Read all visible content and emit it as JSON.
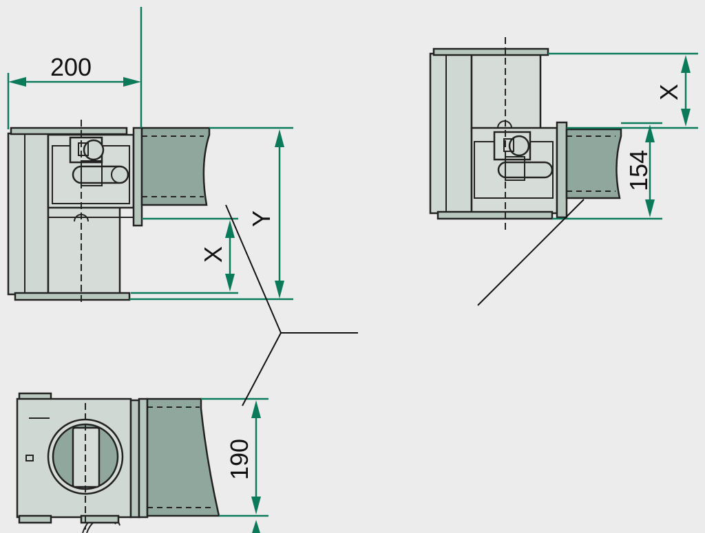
{
  "drawing": {
    "dimensions": {
      "width_top_left": "200",
      "offset_left": "X",
      "height_left": "Y",
      "offset_right": "X",
      "duct_height_right": "154",
      "duct_height_bottom": "190"
    },
    "colors": {
      "background": "#ececec",
      "dimension": "#0a7a5a",
      "housing": "#cfd8d2",
      "duct": "#8fa79c"
    }
  }
}
